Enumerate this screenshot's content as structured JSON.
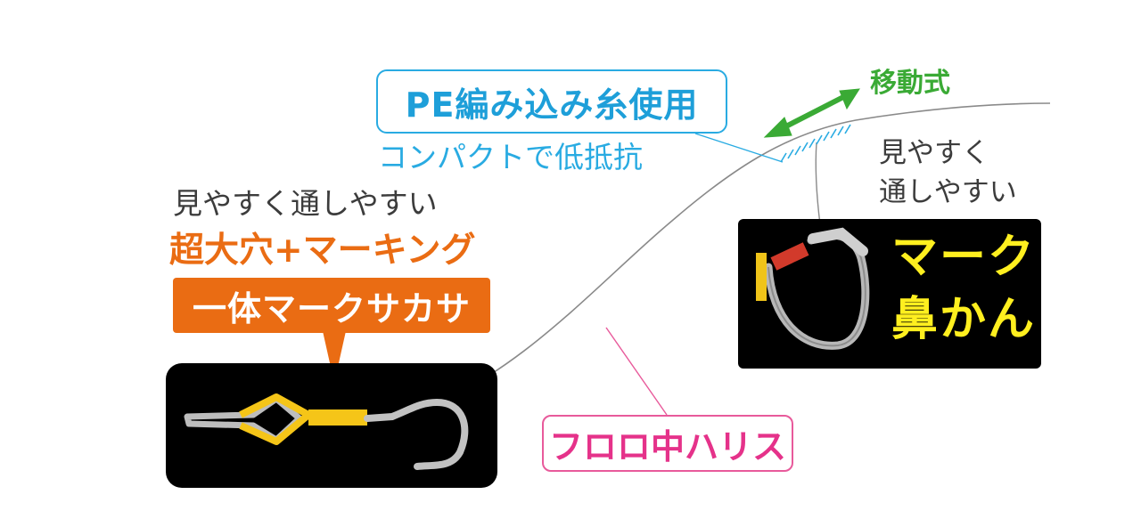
{
  "labels": {
    "pe_braided": "PE編み込み糸使用",
    "compact": "コンパクトで低抵抗",
    "movable": "移動式",
    "right_caption_line1": "見やすく",
    "right_caption_line2": "通しやすい",
    "right_title_line1": "マーク",
    "right_title_line2": "鼻かん",
    "left_caption": "見やすく通しやすい",
    "left_feature": "超大穴+マーキング",
    "left_badge": "一体マークサカサ",
    "fluorocarbon": "フロロ中ハリス"
  },
  "colors": {
    "pe_blue": "#29abe2",
    "move_green": "#3aaa35",
    "orange": "#ea6c13",
    "mark_yellow": "#ffef1f",
    "fluoro_pink": "#e5328a",
    "panel_black": "#000000"
  }
}
